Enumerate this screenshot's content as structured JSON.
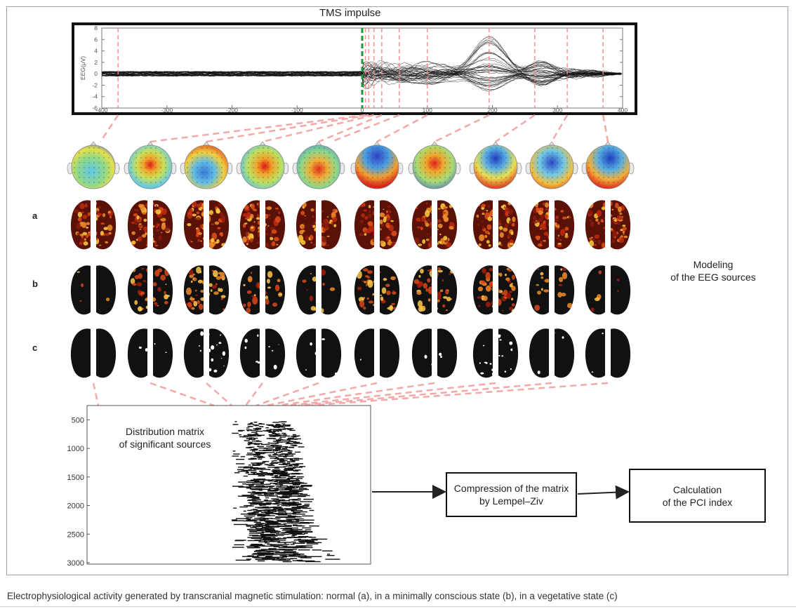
{
  "tms_label": "TMS impulse",
  "eeg_plot": {
    "ylabel": "EEG(μV)",
    "yticks": [
      "8",
      "6",
      "4",
      "2",
      "0",
      "-2",
      "-4",
      "-6"
    ],
    "xticks": [
      "-400",
      "-300",
      "-200",
      "-100",
      "0",
      "100",
      "200",
      "300",
      "400"
    ],
    "xlim": [
      -400,
      400
    ],
    "ylim": [
      -6,
      8
    ]
  },
  "row_labels": [
    "a",
    "b",
    "c"
  ],
  "modeling_text": [
    "Modeling",
    "of the EEG sources"
  ],
  "matrix": {
    "title_lines": [
      "Distribution matrix",
      "of significant sources"
    ],
    "yticks": [
      "500",
      "1000",
      "1500",
      "2000",
      "2500",
      "3000"
    ]
  },
  "boxes": {
    "compression": [
      "Compression of the matrix",
      "by Lempel–Ziv"
    ],
    "calculation": [
      "Calculation",
      "of the PCI index"
    ]
  },
  "caption": "Electrophysiological activity generated by transcranial magnetic stimulation: normal (a), in a minimally conscious state (b), in a vegetative state (c)",
  "colors": {
    "dashed_link": "#f4a8a8",
    "tms_marker": "#1a9a3a",
    "sample_marker": "#f08a8a"
  }
}
